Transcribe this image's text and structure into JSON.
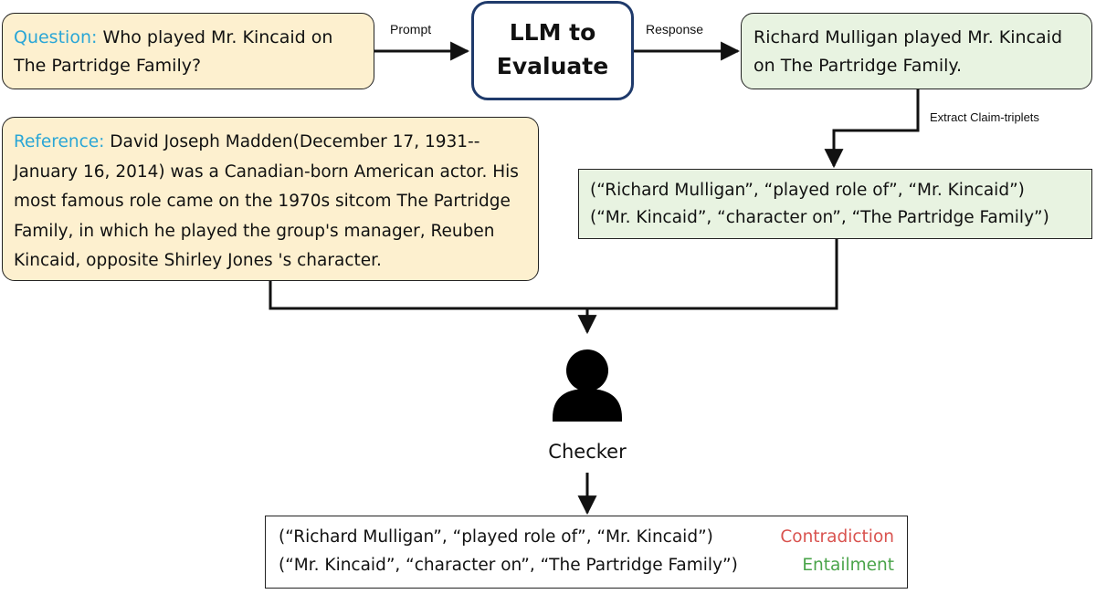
{
  "question": {
    "label": "Question:",
    "text": "Who played Mr. Kincaid on The Partridge Family?"
  },
  "llm": {
    "line1": "LLM to",
    "line2": "Evaluate"
  },
  "edges": {
    "prompt": "Prompt",
    "response": "Response",
    "extract": "Extract Claim-triplets"
  },
  "response": {
    "text": "Richard Mulligan played Mr. Kincaid on The Partridge Family."
  },
  "reference": {
    "label": "Reference:",
    "text": "David Joseph Madden(December 17, 1931-- January 16, 2014) was a Canadian-born American actor. His most famous role came on the 1970s sitcom The Partridge Family, in which he played the group's manager, Reuben Kincaid, opposite Shirley Jones 's character."
  },
  "triplets": [
    "(“Richard Mulligan”, “played role of”, “Mr. Kincaid”)",
    "(“Mr. Kincaid”, “character on”, “The Partridge Family”)"
  ],
  "checker": {
    "label": "Checker"
  },
  "results": [
    {
      "triplet": "(“Richard Mulligan”, “played role of”, “Mr. Kincaid”)",
      "verdict": "Contradiction"
    },
    {
      "triplet": "(“Mr. Kincaid”, “character on”, “The Partridge Family”)",
      "verdict": "Entailment"
    }
  ],
  "colors": {
    "question_fill": "#fdf0cf",
    "reference_fill": "#fdf0cf",
    "response_fill": "#e8f3e1",
    "triplet_fill": "#e8f3e1",
    "llm_border": "#1f3a6b",
    "label_accent": "#2aa6d6",
    "contradiction": "#d9534f",
    "entailment": "#4aa44a"
  }
}
